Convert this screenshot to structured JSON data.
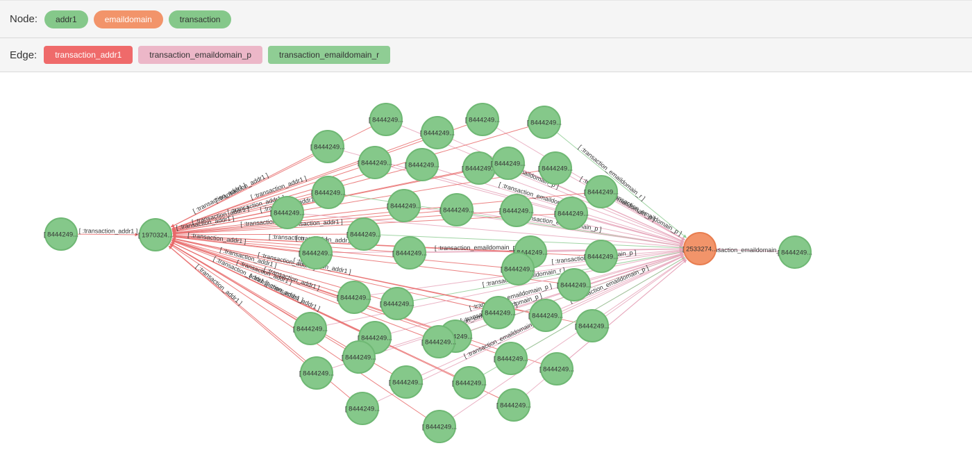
{
  "legend": {
    "node_label": "Node:",
    "edge_label": "Edge:",
    "nodes": [
      {
        "label": "addr1",
        "color": "#85c88a"
      },
      {
        "label": "emaildomain",
        "color": "#f2946a"
      },
      {
        "label": "transaction",
        "color": "#85c88a"
      }
    ],
    "edges": [
      {
        "label": "transaction_addr1",
        "color": "#ef6a6a"
      },
      {
        "label": "transaction_emaildomain_p",
        "color": "#ecb7c8"
      },
      {
        "label": "transaction_emaildomain_r",
        "color": "#8fcd94"
      }
    ]
  },
  "graph": {
    "addr_node_label": "[ 1970324...",
    "email_node_label": "[ 2533274...",
    "transaction_node_label": "[ 8444249...",
    "edge_label_addr": "[ :transaction_addr1 ]",
    "edge_label_email_p": "[ :transaction_emaildomain_p ]",
    "edge_label_email_r": "[ :transaction_emaildomain_r ]",
    "edge_label_email_right": "[ :transaction_emaildomain_p ]",
    "colors": {
      "node_green": "#85c88a",
      "node_green_border": "#6fb874",
      "node_orange": "#f2946a",
      "node_orange_border": "#e87d4f",
      "edge_red": "#e86a6a",
      "edge_pink": "#e6a6bb",
      "edge_green": "#8fcd94"
    }
  }
}
